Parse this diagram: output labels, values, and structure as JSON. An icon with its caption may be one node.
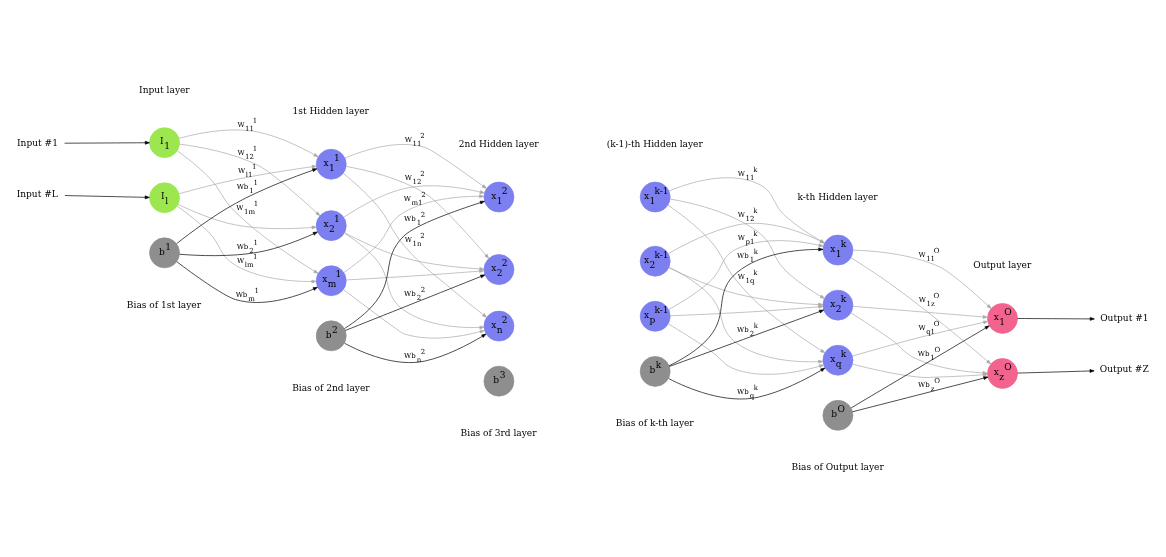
{
  "diagram": {
    "nodes": [
      {
        "text": [
          "Input #1"
        ]
      },
      {
        "text": [
          "Input #L"
        ]
      },
      {
        "text": [
          "I$_{1}$"
        ]
      },
      {
        "text": [
          "I$_{l}$"
        ]
      },
      {
        "text": [
          "x$_{1}$$^{1}$"
        ]
      },
      {
        "text": [
          "x$_{2}$$^{1}$"
        ]
      },
      {
        "text": [
          "x$_{m}$$^{1}$"
        ]
      },
      {
        "text": [
          "x$_{1}$$^{2}$"
        ]
      },
      {
        "text": [
          "x$_{2}$$^{2}$"
        ]
      },
      {
        "text": [
          "x$_{n}$$^{2}$"
        ]
      },
      {
        "text": [
          "x$_{1}$$^{k-1}$"
        ]
      },
      {
        "text": [
          "x$_{2}$$^{k-1}$"
        ]
      },
      {
        "text": [
          "x$_{p}$$^{k-1}$"
        ]
      },
      {
        "text": [
          "x$_{1}$$^{k}$"
        ]
      },
      {
        "text": [
          "x$_{2}$$^{k}$"
        ]
      },
      {
        "text": [
          "x$_{q}$$^{k}$"
        ]
      },
      {
        "text": [
          "x$_{1}$$^{O}$"
        ]
      },
      {
        "text": [
          "x$_{z}$$^{O}$"
        ]
      },
      {
        "text": [
          "Output #1"
        ]
      },
      {
        "text": [
          "Output #Z"
        ]
      },
      {
        "text": [
          "b$^{1}$"
        ],
        "beside": [
          "Bias of 1st layer"
        ]
      },
      {
        "text": [
          "b$^{2}$"
        ],
        "beside": [
          "Bias of 2nd layer"
        ]
      },
      {
        "text": [
          "b$^{3}$"
        ],
        "beside": [
          "Bias of 3rd layer"
        ]
      },
      {
        "text": [
          "b$^{k}$"
        ],
        "beside": [
          "Bias of k-th layer"
        ]
      },
      {
        "text": [
          "b$^{O}$"
        ],
        "beside": [
          "Bias of Output layer"
        ]
      }
    ],
    "edges": [
      {
        "from": 0,
        "to": 2,
        "arrow": "to",
        "color": "#000000"
      },
      {
        "from": 1,
        "to": 3,
        "arrow": "to",
        "color": "#000000"
      },
      {
        "from": 2,
        "to": 4,
        "arrow": "to",
        "label": "W$_{11}$$^{1}$"
      },
      {
        "from": 2,
        "to": 5,
        "arrow": "to",
        "label": "W$_{12}$$^{1}$"
      },
      {
        "from": 2,
        "to": 6,
        "arrow": "to",
        "label": "W$_{1m}$$^{1}$"
      },
      {
        "from": 3,
        "to": 4,
        "arrow": "to",
        "label": "W$_{l1}$$^{1}$"
      },
      {
        "from": 3,
        "to": 5,
        "arrow": "to"
      },
      {
        "from": 3,
        "to": 6,
        "arrow": "to",
        "label": "W$_{lm}$$^{1}$"
      },
      {
        "from": 20,
        "to": 4,
        "arrow": "to",
        "label": "Wb$_{1}$$^{1}$",
        "color": "#000000"
      },
      {
        "from": 20,
        "to": 5,
        "arrow": "to",
        "label": "Wb$_{2}$$^{1}$",
        "color": "#000000"
      },
      {
        "from": 20,
        "to": 6,
        "arrow": "to",
        "label": "Wb$_{m}$$^{1}$",
        "color": "#000000"
      },
      {
        "from": 4,
        "to": 7,
        "arrow": "to",
        "label": "W$_{11}$$^{2}$"
      },
      {
        "from": 4,
        "to": 8,
        "arrow": "to",
        "label": "W$_{12}$$^{2}$"
      },
      {
        "from": 4,
        "to": 9,
        "arrow": "to",
        "label": "W$_{1n}$$^{2}$"
      },
      {
        "from": 5,
        "to": 7,
        "arrow": "to"
      },
      {
        "from": 5,
        "to": 8,
        "arrow": "to"
      },
      {
        "from": 5,
        "to": 9,
        "arrow": "to"
      },
      {
        "from": 6,
        "to": 7,
        "arrow": "to",
        "label": "W$_{m1}$$^{2}$"
      },
      {
        "from": 6,
        "to": 8,
        "arrow": "to"
      },
      {
        "from": 6,
        "to": 9,
        "arrow": "to"
      },
      {
        "from": 21,
        "to": 7,
        "arrow": "to",
        "label": "Wb$_{1}$$^{2}$",
        "color": "#000000"
      },
      {
        "from": 21,
        "to": 8,
        "arrow": "to",
        "label": "Wb$_{2}$$^{2}$",
        "color": "#000000"
      },
      {
        "from": 21,
        "to": 9,
        "arrow": "to",
        "label": "Wb$_{n}$$^{2}$",
        "color": "#000000"
      },
      {
        "from": 10,
        "to": 13,
        "arrow": "to",
        "label": "W$_{11}$$^{k}$"
      },
      {
        "from": 10,
        "to": 14,
        "arrow": "to",
        "label": "W$_{12}$$^{k}$"
      },
      {
        "from": 10,
        "to": 15,
        "arrow": "to",
        "label": "W$_{1q}$$^{k}$"
      },
      {
        "from": 11,
        "to": 13,
        "arrow": "to"
      },
      {
        "from": 11,
        "to": 14,
        "arrow": "to"
      },
      {
        "from": 11,
        "to": 15,
        "arrow": "to"
      },
      {
        "from": 12,
        "to": 13,
        "arrow": "to",
        "label": "W$_{p1}$$^{k}$"
      },
      {
        "from": 12,
        "to": 14,
        "arrow": "to"
      },
      {
        "from": 12,
        "to": 15,
        "arrow": "to"
      },
      {
        "from": 23,
        "to": 13,
        "arrow": "to",
        "label": "Wb$_{1}$$^{k}$",
        "color": "#000000"
      },
      {
        "from": 23,
        "to": 14,
        "arrow": "to",
        "label": "Wb$_{2}$$^{k}$",
        "color": "#000000"
      },
      {
        "from": 23,
        "to": 15,
        "arrow": "to",
        "label": "Wb$_{q}$$^{k}$",
        "color": "#000000"
      },
      {
        "from": 13,
        "to": 16,
        "arrow": "to",
        "label": "W$_{11}$$^{O}$"
      },
      {
        "from": 13,
        "to": 17,
        "arrow": "to",
        "label": "W$_{1z}$$^{O}$"
      },
      {
        "from": 14,
        "to": 16,
        "arrow": "to"
      },
      {
        "from": 14,
        "to": 17,
        "arrow": "to"
      },
      {
        "from": 15,
        "to": 16,
        "arrow": "to",
        "label": "W$_{q1}$$^{O}$"
      },
      {
        "from": 15,
        "to": 17,
        "arrow": "to"
      },
      {
        "from": 24,
        "to": 16,
        "arrow": "to",
        "label": "Wb$_{1}$$^{O}$",
        "color": "#000000"
      },
      {
        "from": 24,
        "to": 17,
        "arrow": "to",
        "label": "Wb$_{z}$$^{O}$",
        "color": "#000000"
      },
      {
        "from": 16,
        "to": 18,
        "arrow": "to",
        "color": "#000000"
      },
      {
        "from": 17,
        "to": 19,
        "arrow": "to",
        "color": "#000000"
      }
    ],
    "labels": [
      "Input layer",
      "1st Hidden layer",
      "2nd Hidden layer",
      "(k-1)-th Hidden layer",
      "k-th Hidden layer",
      "Output layer"
    ]
  }
}
